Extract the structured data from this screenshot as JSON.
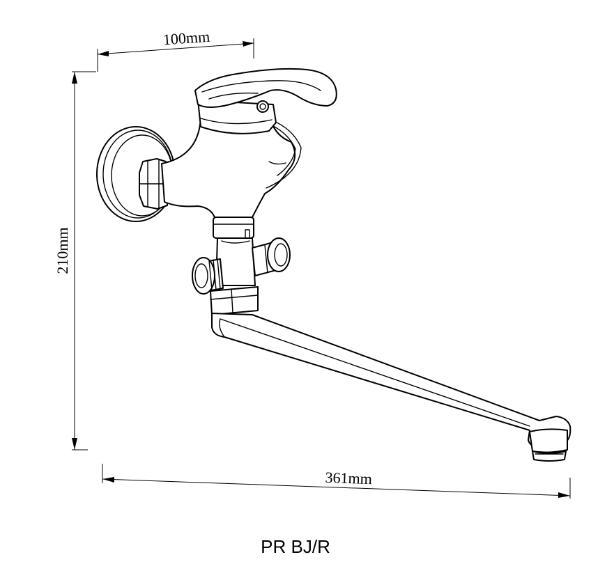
{
  "dimensions": {
    "width_top": "100mm",
    "height_left": "210mm",
    "width_bottom": "361mm"
  },
  "model_code": "PR BJ/R"
}
